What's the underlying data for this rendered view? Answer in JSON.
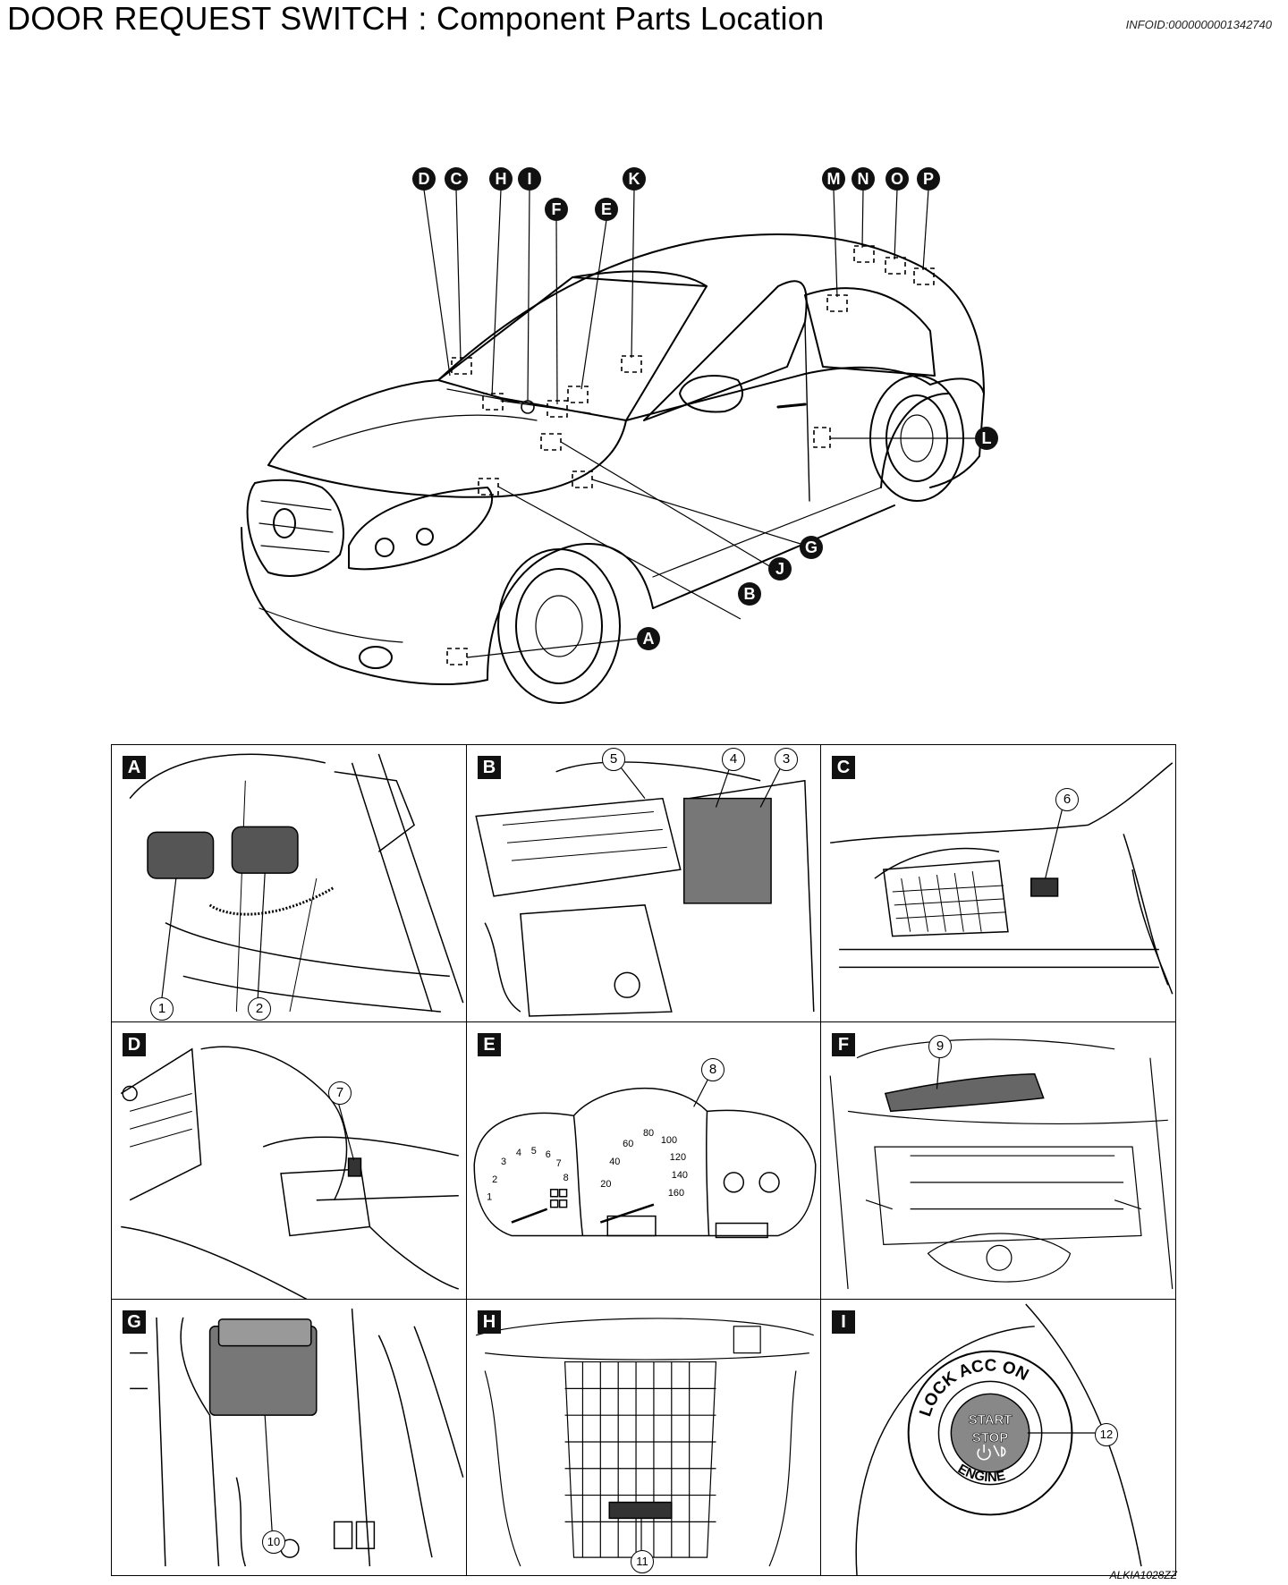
{
  "header": {
    "title": "DOOR REQUEST SWITCH : Component  Parts  Location",
    "info_id": "INFOID:0000000001342740"
  },
  "vehicle_callouts": [
    "A",
    "B",
    "C",
    "D",
    "E",
    "F",
    "G",
    "H",
    "I",
    "J",
    "K",
    "L",
    "M",
    "N",
    "O",
    "P"
  ],
  "panels": [
    {
      "label": "A",
      "parts": [
        "1",
        "2"
      ]
    },
    {
      "label": "B",
      "parts": [
        "5",
        "4",
        "3"
      ]
    },
    {
      "label": "C",
      "parts": [
        "6"
      ]
    },
    {
      "label": "D",
      "parts": [
        "7"
      ]
    },
    {
      "label": "E",
      "parts": [
        "8"
      ]
    },
    {
      "label": "F",
      "parts": [
        "9"
      ]
    },
    {
      "label": "G",
      "parts": [
        "10"
      ]
    },
    {
      "label": "H",
      "parts": [
        "11"
      ]
    },
    {
      "label": "I",
      "parts": [
        "12"
      ]
    }
  ],
  "ignition_button": {
    "ring_text": "LOCK ACC ON",
    "line1": "START",
    "line2": "STOP",
    "bottom_text": "ENGINE"
  },
  "gauge_scale": [
    "20",
    "40",
    "60",
    "80",
    "100",
    "120",
    "140",
    "160"
  ],
  "tacho_scale": [
    "1",
    "2",
    "3",
    "4",
    "5",
    "6",
    "7",
    "8"
  ],
  "figure_code": "ALKIA1028ZZ"
}
